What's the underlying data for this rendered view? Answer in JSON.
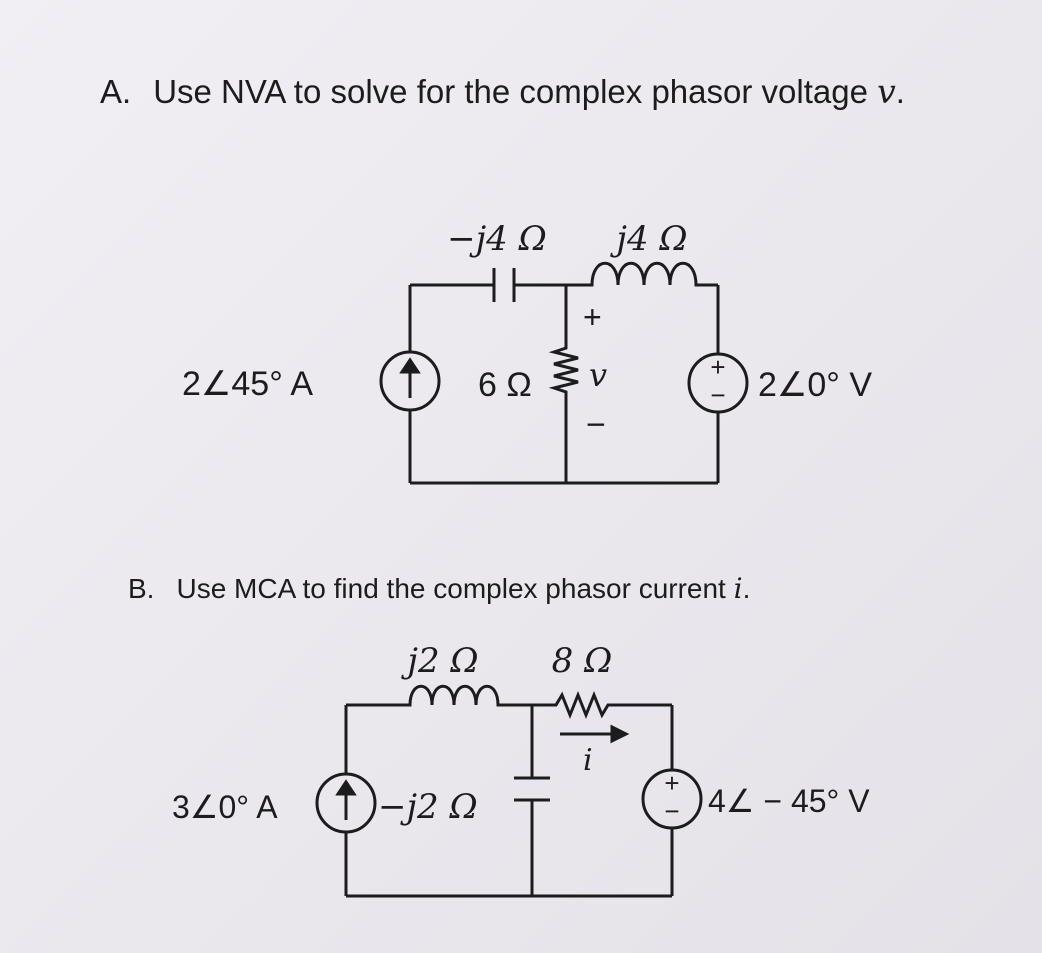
{
  "problem_a": {
    "letter": "A.",
    "text": "Use NVA to solve for the complex phasor voltage",
    "variable": "v",
    "end": ".",
    "components": {
      "capacitor_label": "−j4 Ω",
      "inductor_label": "j4 Ω",
      "current_source_label": "2∠45° A",
      "resistor_label": "6 Ω",
      "voltage_source_label": "2∠0° V",
      "v_plus": "+",
      "v_minus": "−",
      "v_symbol": "v",
      "source_plus": "+",
      "source_minus": "−"
    }
  },
  "problem_b": {
    "letter": "B.",
    "text": "Use MCA to find the complex phasor current",
    "variable": "i",
    "end": ".",
    "components": {
      "inductor_label": "j2 Ω",
      "resistor_label": "8 Ω",
      "current_source_label": "3∠0° A",
      "capacitor_label": "−j2 Ω",
      "voltage_source_label": "4∠ − 45° V",
      "i_symbol": "i",
      "source_plus": "+",
      "source_minus": "−"
    }
  }
}
